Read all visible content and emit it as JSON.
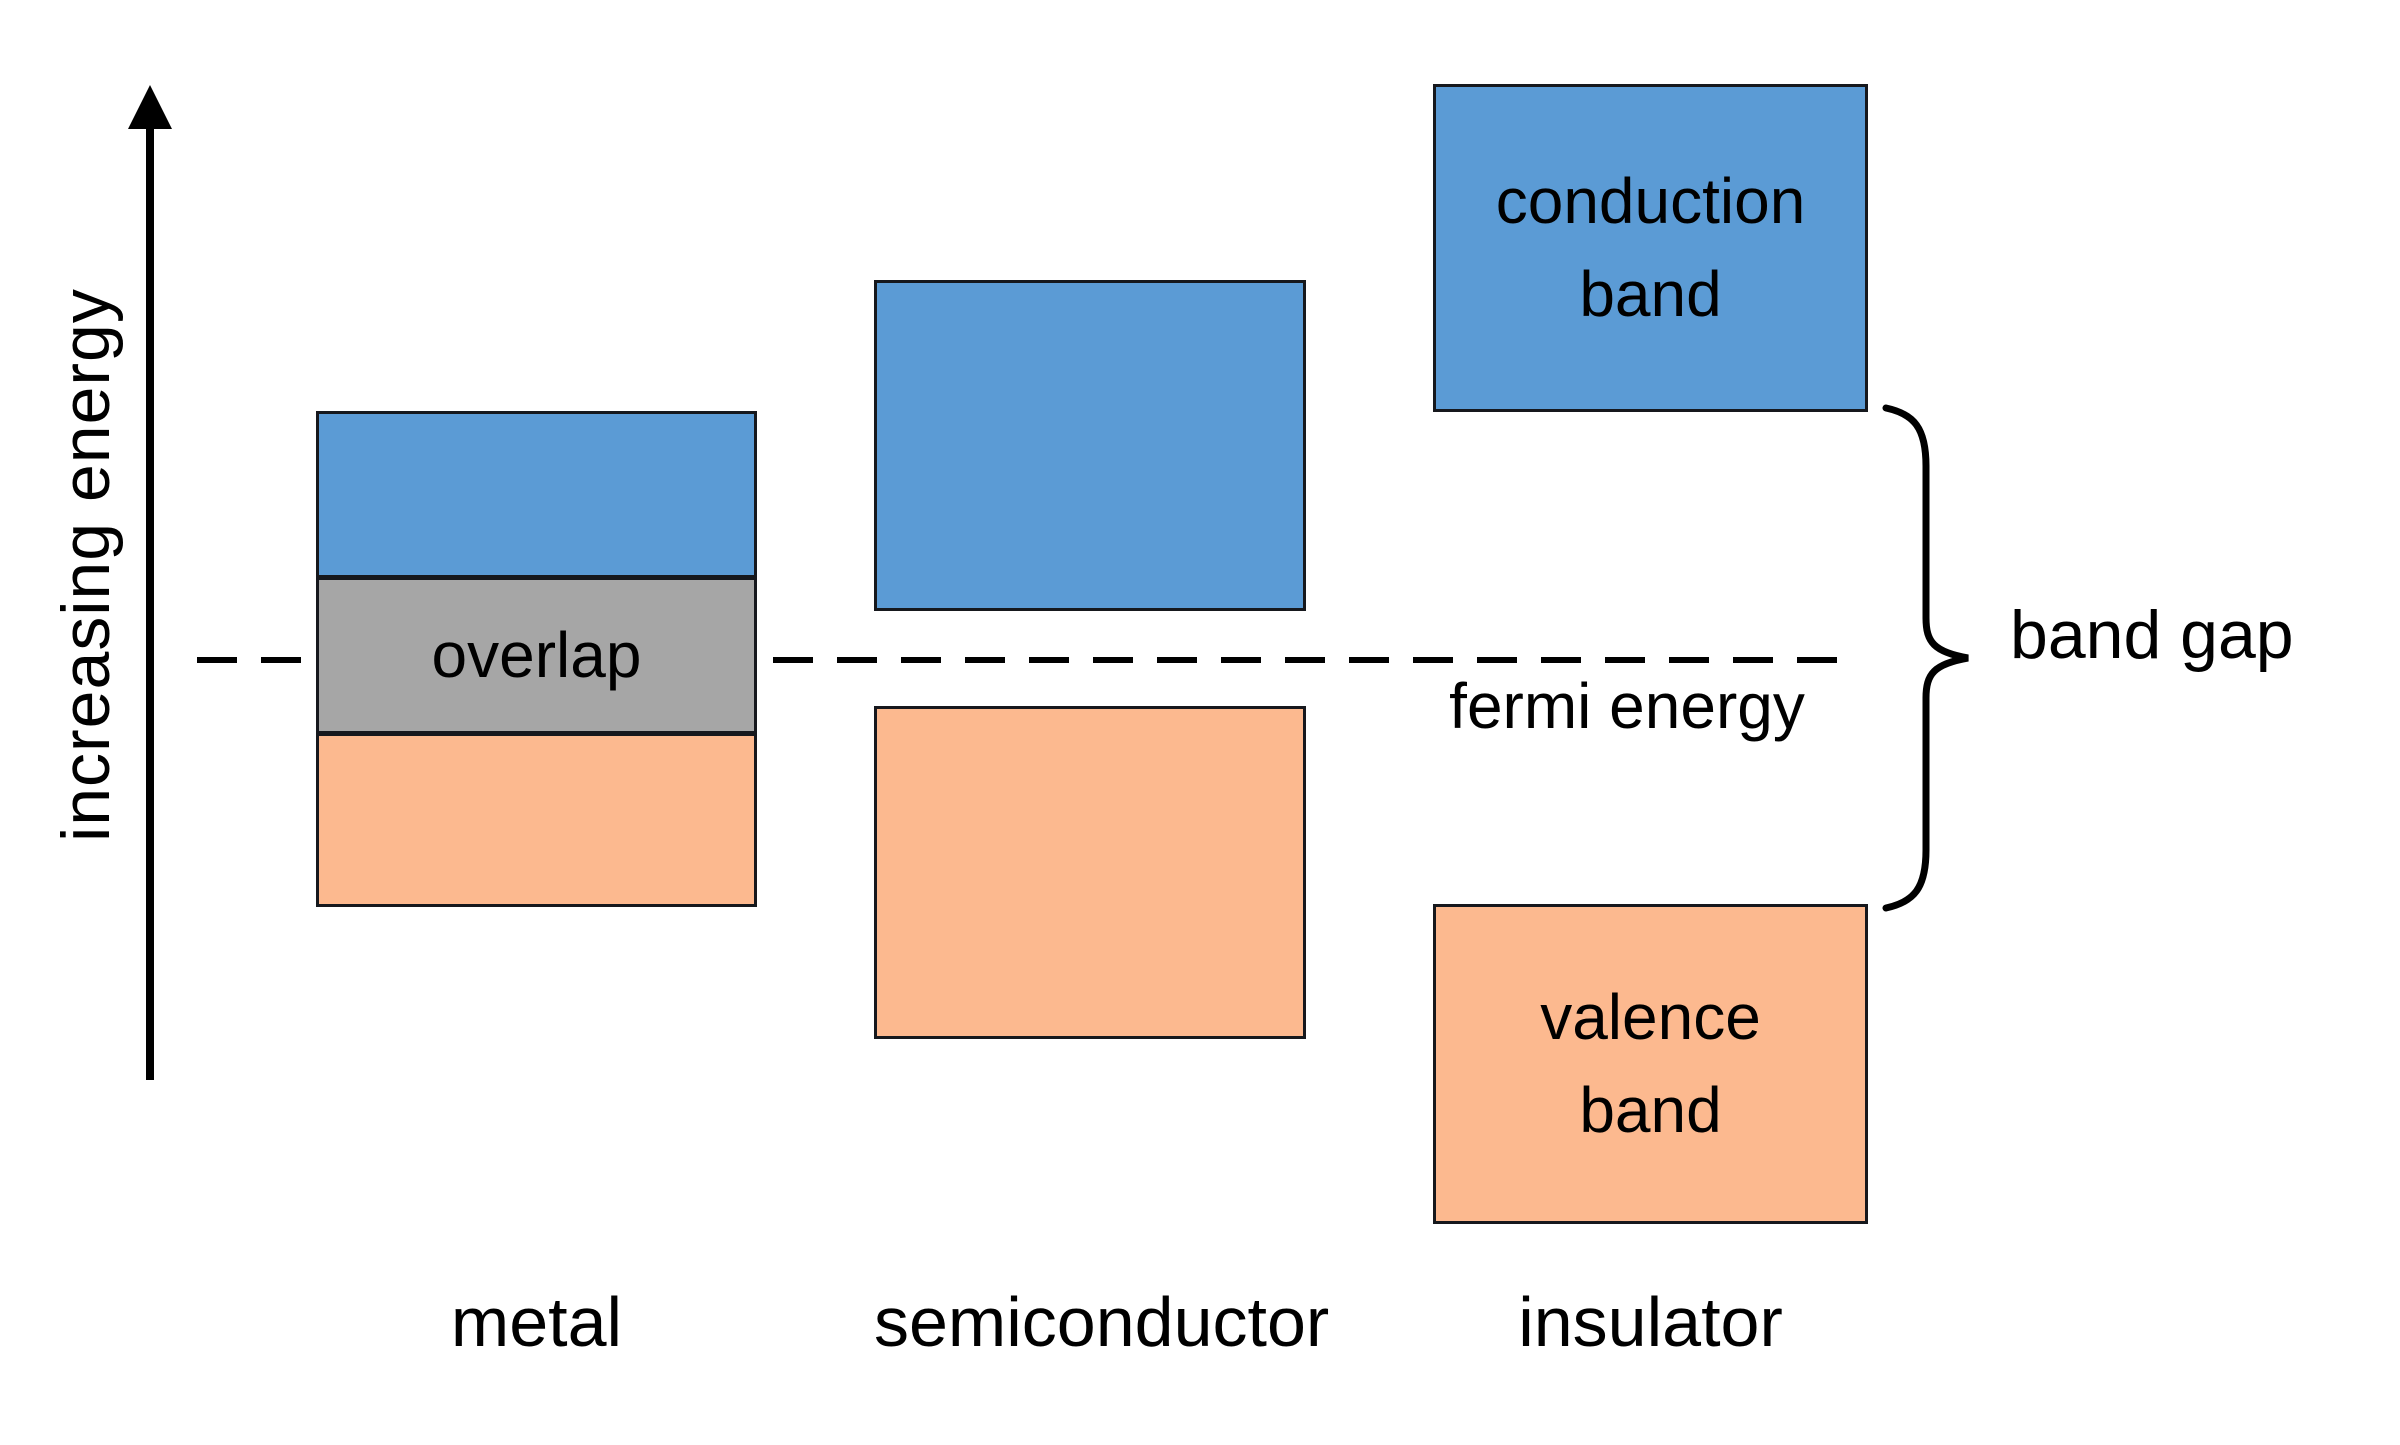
{
  "diagram": {
    "axis_label": "increasing energy",
    "fermi_label": "fermi energy",
    "band_gap_label": "band gap",
    "overlap_label": "overlap",
    "conduction_band": {
      "lines": [
        "conduction",
        "band"
      ]
    },
    "valence_band": {
      "lines": [
        "valence",
        "band"
      ]
    },
    "columns": [
      {
        "label": "metal"
      },
      {
        "label": "semiconductor"
      },
      {
        "label": "insulator"
      }
    ]
  },
  "colors": {
    "conduction_band_blue": "#5B9BD5",
    "valence_band_orange": "#FCB98F",
    "overlap_gray": "#A6A6A6",
    "box_outline": "#16181D",
    "ink": "#000000",
    "background": "#FFFFFF"
  }
}
